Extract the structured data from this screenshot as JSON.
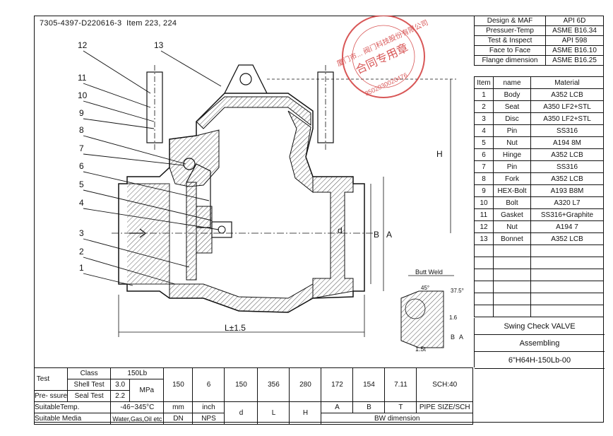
{
  "doc_number": "7305-4397-D220616-3",
  "item_ref": "Item 223, 224",
  "spec_table": [
    {
      "label": "Design & MAF",
      "value": "API 6D"
    },
    {
      "label": "Pressuer-Temp",
      "value": "ASME B16.34"
    },
    {
      "label": "Test & Inspect",
      "value": "API 598"
    },
    {
      "label": "Face to Face",
      "value": "ASME B16.10"
    },
    {
      "label": "Flange dimension",
      "value": "ASME B16.25"
    }
  ],
  "parts_header": {
    "item": "Item",
    "name": "name",
    "material": "Material"
  },
  "parts": [
    {
      "no": "1",
      "name": "Body",
      "material": "A352 LCB"
    },
    {
      "no": "2",
      "name": "Seat",
      "material": "A350 LF2+STL"
    },
    {
      "no": "3",
      "name": "Disc",
      "material": "A350 LF2+STL"
    },
    {
      "no": "4",
      "name": "Pin",
      "material": "SS316"
    },
    {
      "no": "5",
      "name": "Nut",
      "material": "A194 8M"
    },
    {
      "no": "6",
      "name": "Hinge",
      "material": "A352 LCB"
    },
    {
      "no": "7",
      "name": "Pin",
      "material": "SS316"
    },
    {
      "no": "8",
      "name": "Fork",
      "material": "A352 LCB"
    },
    {
      "no": "9",
      "name": "HEX-Bolt",
      "material": "A193 B8M"
    },
    {
      "no": "10",
      "name": "Bolt",
      "material": "A320 L7"
    },
    {
      "no": "11",
      "name": "Gasket",
      "material": "SS316+Graphite"
    },
    {
      "no": "12",
      "name": "Nut",
      "material": "A194 7"
    },
    {
      "no": "13",
      "name": "Bonnet",
      "material": "A352 LCB"
    }
  ],
  "title_block": {
    "product": "Swing Check VALVE",
    "drawing": "Assembling",
    "model": "6\"H64H-150Lb-00"
  },
  "callouts": [
    "12",
    "11",
    "10",
    "9",
    "8",
    "7",
    "6",
    "5",
    "4",
    "3",
    "2",
    "1",
    "13"
  ],
  "dimension_labels": {
    "L": "L±1.5",
    "H": "H",
    "d": "d",
    "B": "B",
    "A": "A"
  },
  "butt_weld": {
    "title": "Butt Weld",
    "angle1": "45°",
    "angle2": "37.5°",
    "dim_16": "1.6",
    "dim_15t": "1.5t",
    "B": "B",
    "A": "A"
  },
  "stamp": {
    "line1": "厦门市... 阀门科技股份有限公司",
    "line2": "合同专用章",
    "number": "3502030020476"
  },
  "bottom": {
    "test_label": "Test",
    "pressure_label": "Pre-\nssure",
    "class_label": "Class",
    "class_value": "150Lb",
    "shell_test": "Shell Test",
    "shell_value": "3.0",
    "seal_test": "Seal Test",
    "seal_value": "2.2",
    "unit_mpa": "MPa",
    "temp_label": "SuitableTemp.",
    "temp_value": "-46~345°C",
    "media_label": "Suitable Media",
    "media_value": "Water,Gas,Oil etc",
    "values": [
      "150",
      "6",
      "150",
      "356",
      "280",
      "172",
      "154",
      "7.11",
      "SCH:40"
    ],
    "mm": "mm",
    "inch": "inch",
    "d": "d",
    "L": "L",
    "H": "H",
    "A": "A",
    "B": "B",
    "T": "T",
    "pipe": "PIPE SIZE/SCH",
    "DN": "DN",
    "NPS": "NPS",
    "bw": "BW dimension"
  }
}
